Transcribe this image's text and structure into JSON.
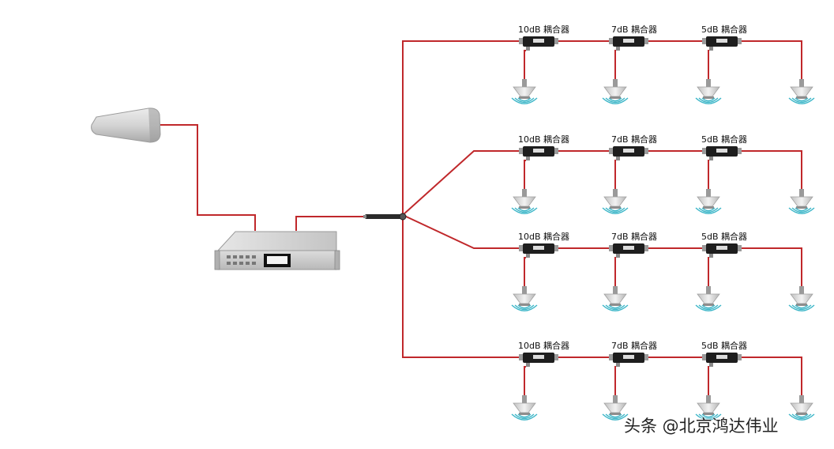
{
  "colors": {
    "cable": "#c0282b",
    "background": "#ffffff",
    "coupler_body": "#1e1e1e",
    "antenna_body": "#d4d4d4",
    "wave": "#3cb6c8"
  },
  "rows": [
    {
      "couplers": [
        "10dB 耦合器",
        "7dB 耦合器",
        "5dB 耦合器"
      ]
    },
    {
      "couplers": [
        "10dB 耦合器",
        "7dB 耦合器",
        "5dB 耦合器"
      ]
    },
    {
      "couplers": [
        "10dB 耦合器",
        "7dB 耦合器",
        "5dB 耦合器"
      ]
    },
    {
      "couplers": [
        "10dB 耦合器",
        "7dB 耦合器",
        "5dB 耦合器"
      ]
    }
  ],
  "icons": {
    "donor_antenna": "panel-antenna-icon",
    "repeater": "repeater-unit-icon",
    "splitter": "power-splitter-icon",
    "coupler": "coupler-icon",
    "ceiling_antenna": "ceiling-antenna-icon"
  },
  "watermark": "头条 @北京鸿达伟业"
}
